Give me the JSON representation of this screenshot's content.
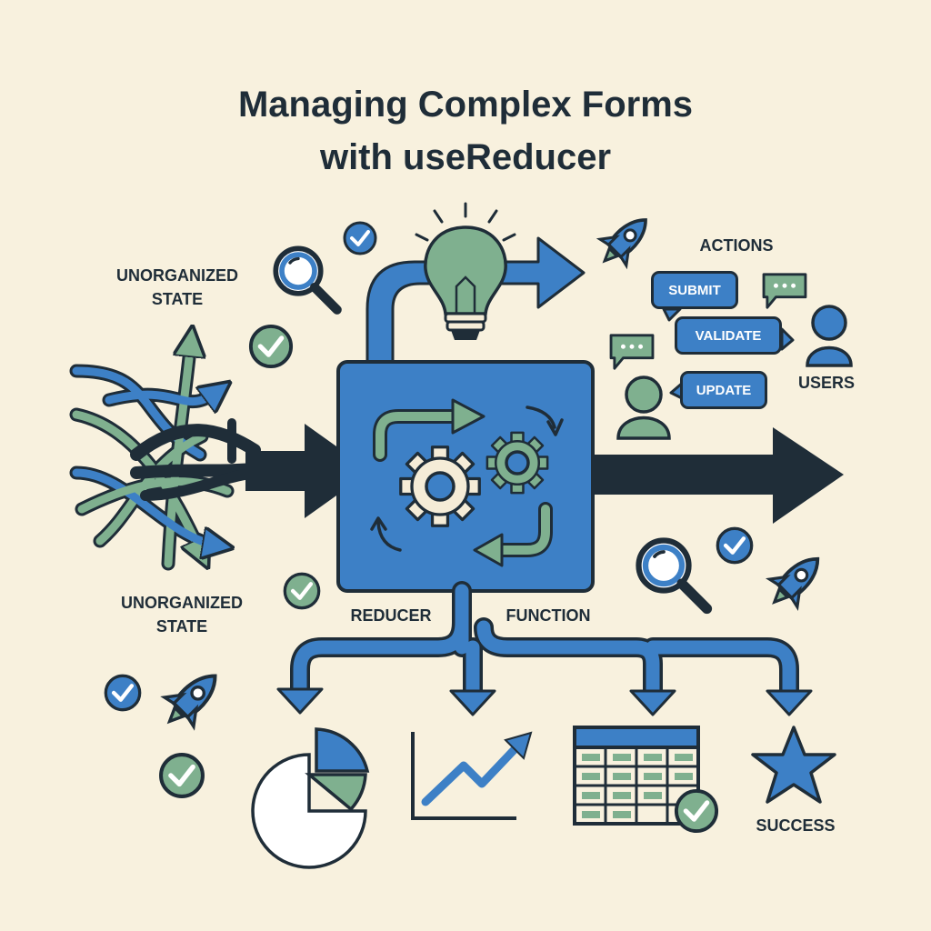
{
  "title": {
    "line1": "Managing Complex Forms",
    "line2": "with useReducer"
  },
  "labels": {
    "unorganized_top": [
      "UNORGANIZED",
      "STATE"
    ],
    "unorganized_bottom": [
      "UNORGANIZED",
      "STATE"
    ],
    "actions": "ACTIONS",
    "users": "USERS",
    "reducer": "REDUCER",
    "function": "FUNCTION",
    "success": "SUCCESS"
  },
  "actions": [
    {
      "label": "SUBMIT"
    },
    {
      "label": "VALIDATE"
    },
    {
      "label": "UPDATE"
    }
  ],
  "colors": {
    "background": "#f8f1de",
    "blue": "#3d80c6",
    "green": "#7fb08f",
    "dark": "#1f2d38"
  }
}
